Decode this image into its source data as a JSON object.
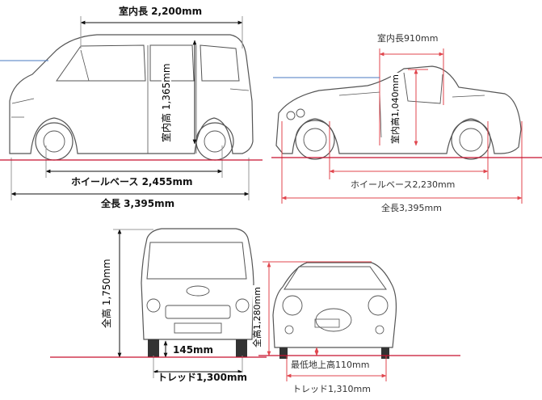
{
  "tanto": {
    "interior_length": "室内長 2,200mm",
    "interior_height": "室内高 1,365mm",
    "wheelbase": "ホイールベース 2,455mm",
    "overall_length": "全長 3,395mm",
    "overall_height": "全高 1,750mm",
    "ground_clearance": "145mm",
    "tread": "トレッド1,300mm"
  },
  "copen": {
    "interior_length": "室内長910mm",
    "interior_height": "室内高1,040mm",
    "wheelbase": "ホイールベース2,230mm",
    "overall_length": "全長3,395mm",
    "overall_height": "全高1,280mm",
    "ground_clearance": "最低地上高110mm",
    "tread": "トレッド1,310mm"
  },
  "colors": {
    "dimension_line": "#e0464e",
    "ground_line": "#c8102e",
    "body": "#555555"
  }
}
